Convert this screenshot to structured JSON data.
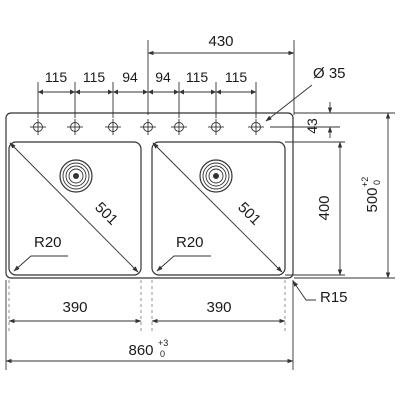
{
  "drawing": {
    "top_total": "430",
    "hole_spacing": [
      "115",
      "115",
      "94",
      "94",
      "115",
      "115"
    ],
    "hole_diameter": "Ø 35",
    "hole_offset": "43",
    "bowl_height": "400",
    "total_depth": "500",
    "total_depth_tol_upper": "+2",
    "total_depth_tol_lower": "0",
    "bowl_diagonal": "501",
    "bowl_radius": "R20",
    "bowl_width": "390",
    "outer_radius": "R15",
    "total_width": "860",
    "total_width_tol_upper": "+3",
    "total_width_tol_lower": "0",
    "colors": {
      "line": "#333333",
      "text": "#1a1a1a",
      "background": "#ffffff"
    },
    "icons": [
      "tap-hole-icon",
      "drain-strainer-icon",
      "arrow-icon"
    ]
  }
}
